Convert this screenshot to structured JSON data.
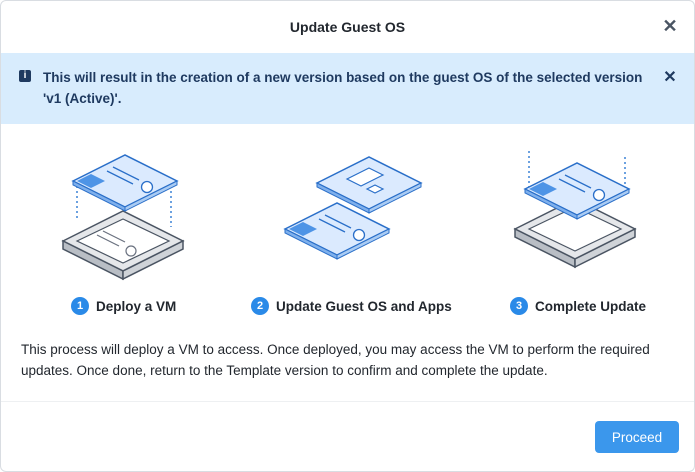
{
  "dialog": {
    "title": "Update Guest OS",
    "close_icon": "close-icon"
  },
  "banner": {
    "icon": "info-icon",
    "icon_glyph": "i",
    "text": "This will result in the creation of a new version based on the guest OS of the selected version 'v1 (Active)'.",
    "close_icon": "close-icon"
  },
  "steps": [
    {
      "number": "1",
      "label": "Deploy a VM"
    },
    {
      "number": "2",
      "label": "Update Guest OS and Apps"
    },
    {
      "number": "3",
      "label": "Complete Update"
    }
  ],
  "description": "This process will deploy a VM to access. Once deployed, you may access the VM to perform the required updates. Once done, return to the Template version to confirm and complete the update.",
  "footer": {
    "proceed_label": "Proceed"
  },
  "colors": {
    "accent": "#3b97ec",
    "banner_bg": "#d8ecfd",
    "banner_text": "#1f3a60",
    "step_badge": "#2a8ae8"
  }
}
